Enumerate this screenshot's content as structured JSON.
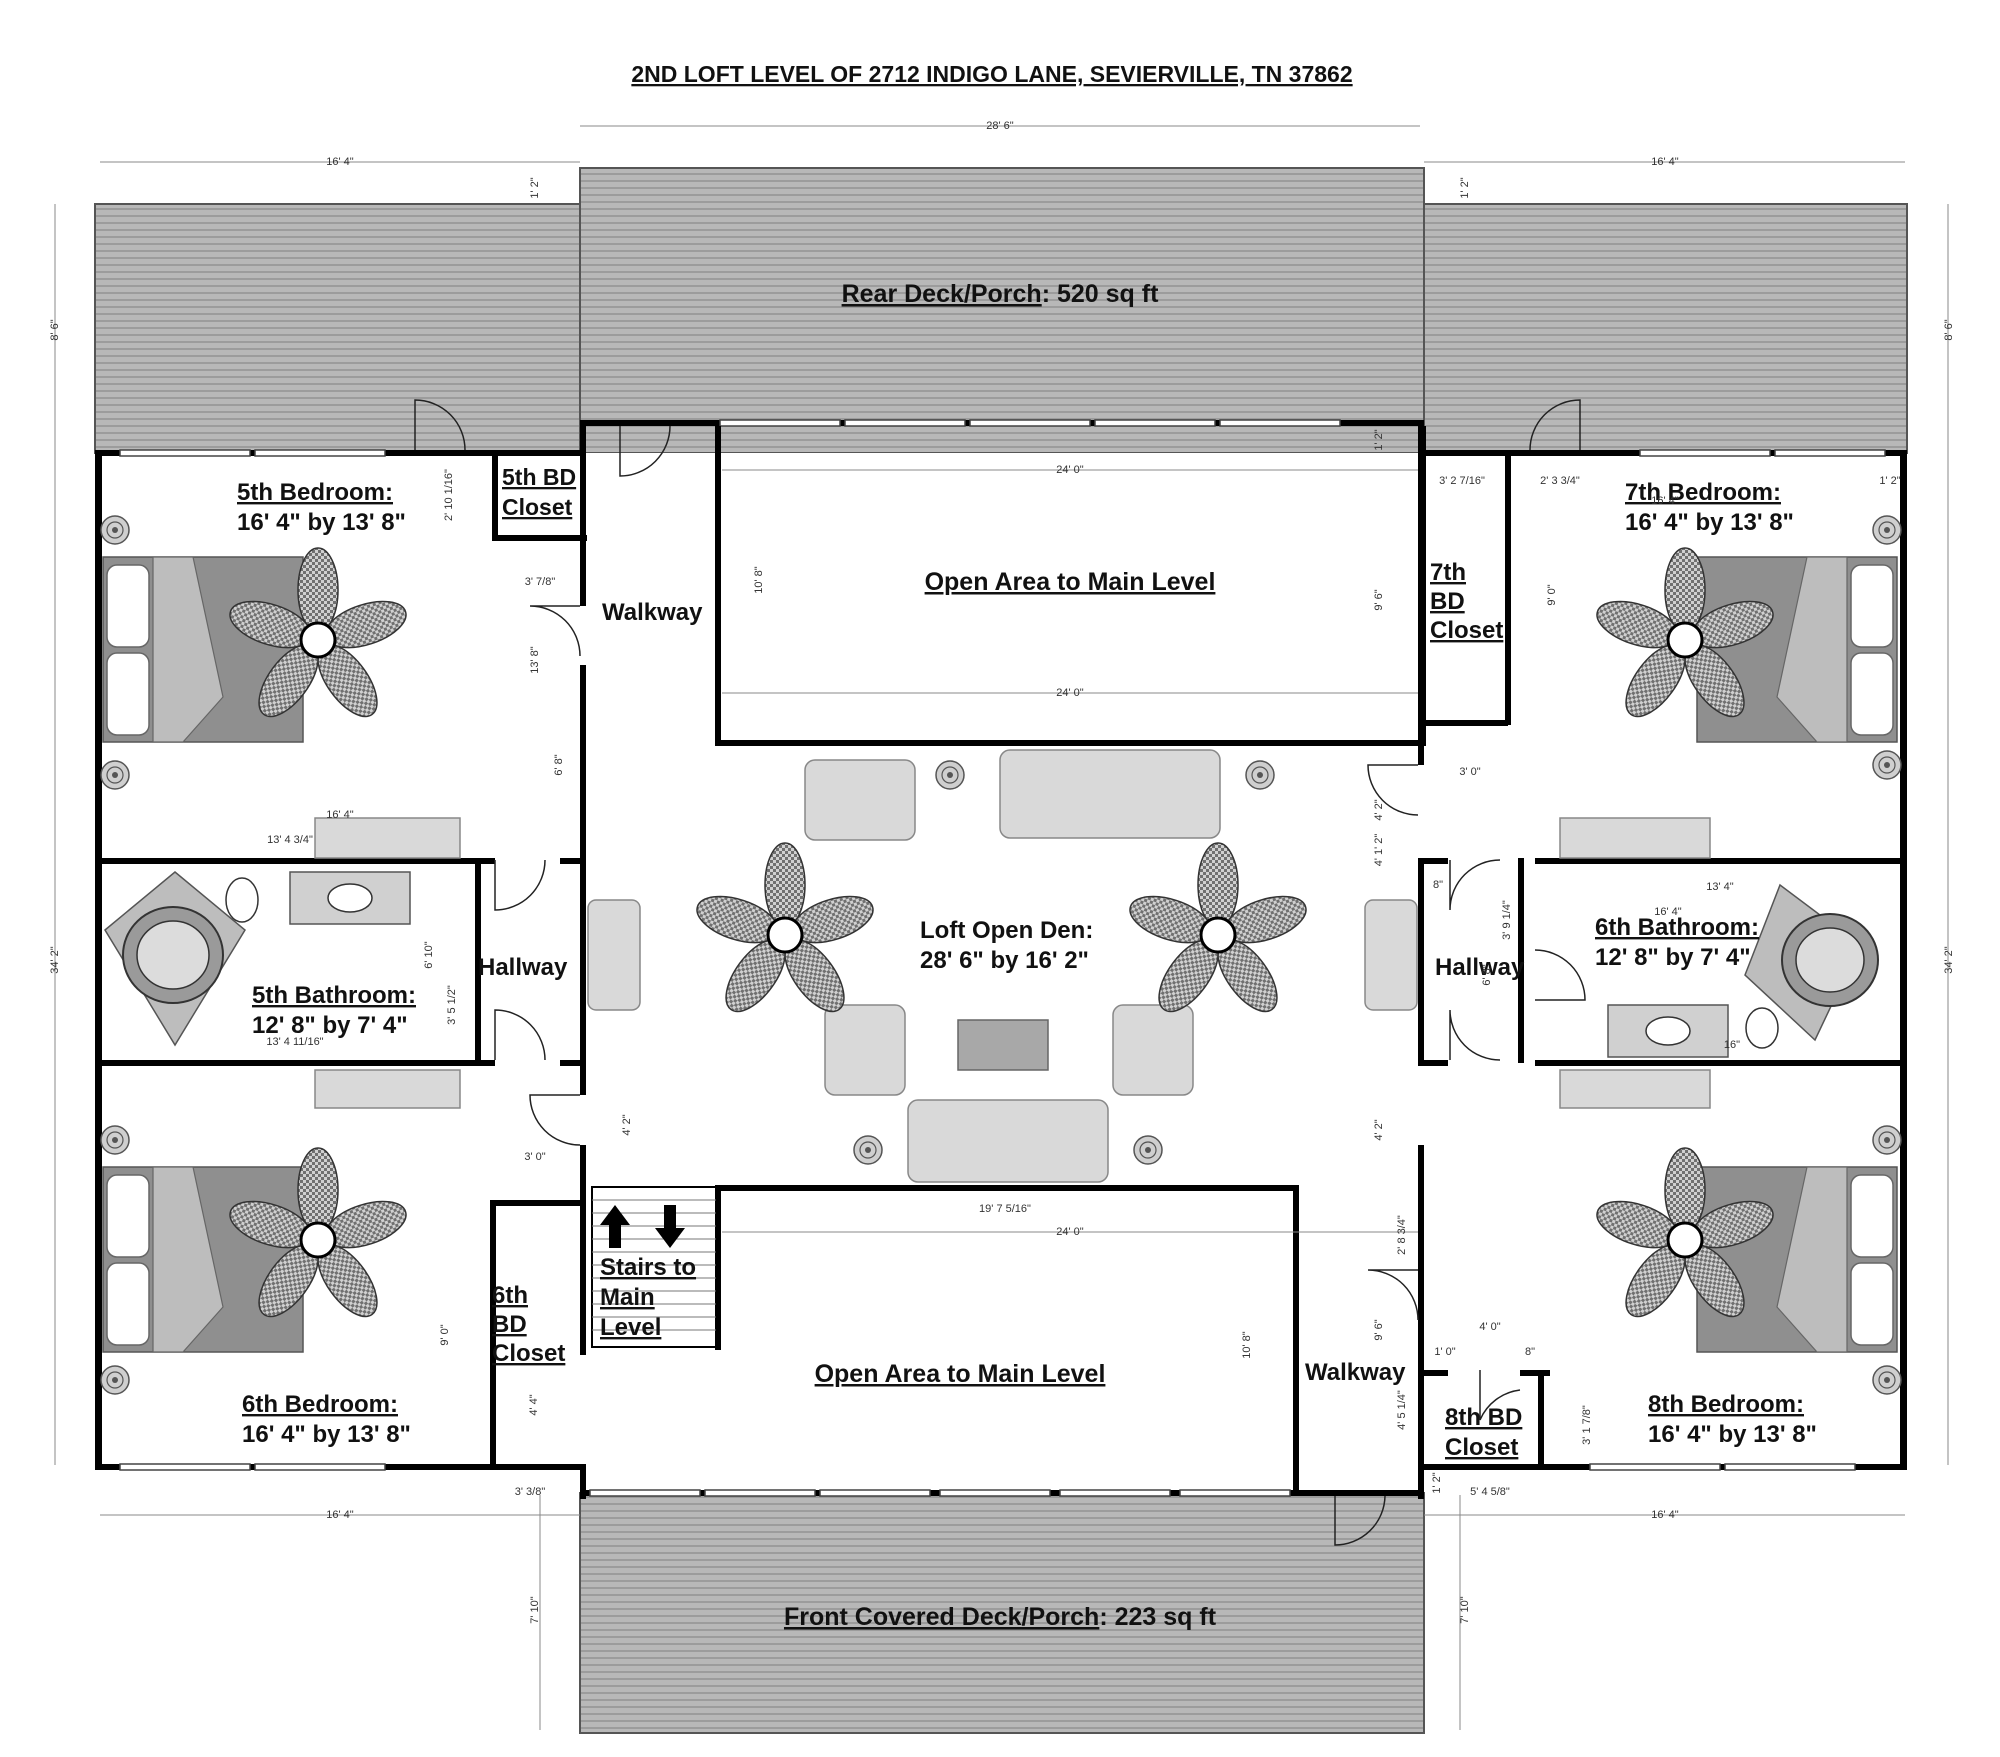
{
  "title": "2ND LOFT LEVEL OF 2712 INDIGO LANE, SEVIERVILLE, TN 37862",
  "rooms": {
    "rear_deck": {
      "name": "Rear Deck/Porch",
      "size": ": 520 sq ft"
    },
    "front_deck": {
      "name": "Front Covered Deck/Porch",
      "size": ": 223 sq ft"
    },
    "open_area_top": "Open Area to Main Level",
    "open_area_bottom": "Open Area to Main Level",
    "walkway_left": "Walkway",
    "walkway_right": "Walkway",
    "loft_den": {
      "name": "Loft Open Den:",
      "size": "28' 6\" by 16' 2\""
    },
    "bedroom5": {
      "name": "5th Bedroom:",
      "size": "16' 4\" by 13' 8\""
    },
    "bedroom6": {
      "name": "6th Bedroom:",
      "size": "16' 4\" by 13' 8\""
    },
    "bedroom7": {
      "name": "7th Bedroom:",
      "size": "16' 4\" by 13' 8\""
    },
    "bedroom8": {
      "name": "8th Bedroom:",
      "size": "16' 4\" by 13' 8\""
    },
    "bathroom5": {
      "name": "5th Bathroom:",
      "size": "12' 8\" by 7' 4\""
    },
    "bathroom6": {
      "name": "6th Bathroom:",
      "size": "12' 8\" by 7' 4\""
    },
    "hallway_left": "Hallway",
    "hallway_right": "Hallway",
    "closet5": [
      "5th BD",
      "Closet"
    ],
    "closet6": [
      "6th",
      "BD",
      "Closet"
    ],
    "closet7": [
      "7th",
      "BD",
      "Closet"
    ],
    "closet8": [
      "8th BD",
      "Closet"
    ],
    "stairs": [
      "Stairs to",
      "Main",
      "Level"
    ]
  },
  "dimensions": {
    "overall_center_width": "28' 6\"",
    "left_wing_width": "16' 4\"",
    "right_wing_width": "16' 4\"",
    "left_wing_width_bottom": "16' 4\"",
    "right_wing_width_bottom": "16' 4\"",
    "overall_height_left": "34' 2\"",
    "overall_height_right": "34' 2\"",
    "rear_deck_depth_left": "8' 6\"",
    "rear_deck_depth_right": "8' 6\"",
    "rear_step_left": "1' 2\"",
    "rear_step_right": "1' 2\"",
    "front_deck_depth_left": "7' 10\"",
    "front_deck_depth_right": "7' 10\"",
    "open_top_width_a": "24' 0\"",
    "open_top_width_b": "24' 0\"",
    "open_top_height": "10' 8\"",
    "open_top_height_r": "9' 6\"",
    "open_top_step": "1' 2\"",
    "open_bottom_width": "24' 0\"",
    "open_bottom_inner": "19' 7 5/16\"",
    "open_bottom_height": "10' 8\"",
    "walkway_left_h": "13' 8\"",
    "walkway_left_h2": "6' 8\"",
    "walkway_left_w": "3' 7/8\"",
    "walkway_left_w2": "3' 0\"",
    "walkway_left_h3": "4' 2\"",
    "bed5_w": "16' 4\"",
    "bed5_w2": "13' 4 3/4\"",
    "bed5_closet_h": "2' 10 1/16\"",
    "bath5_w": "13' 4 11/16\"",
    "bath5_h": "6' 10\"",
    "bath5_h2": "3' 5 1/2\"",
    "bed6_h": "9' 0\"",
    "closet6_h": "4' 4\"",
    "closet6_w": "3' 3/8\"",
    "bed7_h": "9' 0\"",
    "closet7_w": "3' 2 7/16\"",
    "closet7_w2": "2' 3 3/4\"",
    "bed7_step": "1' 2\"",
    "bed7_w": "16' 4\"",
    "walkway_right_w": "3' 0\"",
    "walkway_right_h": "4' 2\"",
    "walkway_right_h2": "4' 1' 2\"",
    "walkway_right_h3": "4' 2\"",
    "walkway_right_h4": "2' 8 3/4\"",
    "walkway_right_h5": "9' 6\"",
    "walkway_right_h6": "4' 5 1/4\"",
    "bath6_w": "13' 4\"",
    "bath6_w2": "16' 4\"",
    "bath6_h": "3' 9 1/4\"",
    "bath6_h2": "6' 8\"",
    "bath6_small": "8\"",
    "bath6_small2": "16\"",
    "closet8_w": "4' 0\"",
    "closet8_a": "1' 0\"",
    "closet8_b": "8\"",
    "closet8_h": "3' 1 7/8\"",
    "closet8_bottom": "5' 4 5/8\"",
    "closet8_step": "1' 2\""
  },
  "colors": {
    "deck": "#a9a9a9",
    "bed": "#8f8f8f",
    "furniture": "#d9d9d9",
    "wall": "#000000"
  }
}
